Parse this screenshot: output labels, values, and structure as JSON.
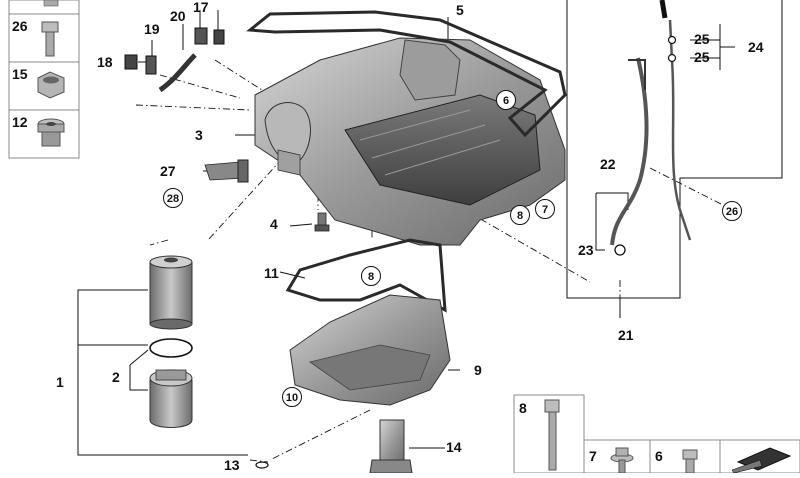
{
  "labels": {
    "l1": "1",
    "l2": "2",
    "l3": "3",
    "l4": "4",
    "l5": "5",
    "l11": "11",
    "l13": "13",
    "l14": "14",
    "l9": "9",
    "l17": "17",
    "l18": "18",
    "l19": "19",
    "l20": "20",
    "l21": "21",
    "l22": "22",
    "l23": "23",
    "l24": "24",
    "l25a": "25",
    "l25b": "25",
    "l27": "27"
  },
  "circled": {
    "c6": "6",
    "c7": "7",
    "c8a": "8",
    "c8b": "8",
    "c10": "10",
    "c26": "26",
    "c28": "28"
  },
  "legend_left": [
    {
      "num": "26",
      "part": "bolt"
    },
    {
      "num": "15",
      "part": "hex-nut"
    },
    {
      "num": "12",
      "part": "plug-screw"
    }
  ],
  "legend_bottom": [
    {
      "num": "8",
      "part": "long-bolt"
    },
    {
      "num": "7",
      "part": "flange-bolt"
    },
    {
      "num": "6",
      "part": "short-bolt"
    }
  ],
  "colors": {
    "line": "#111111",
    "metal_dark": "#5e5e5e",
    "metal_mid": "#8c8c8c",
    "metal_light": "#c4c4c4",
    "gasket": "#3a3a3a"
  }
}
